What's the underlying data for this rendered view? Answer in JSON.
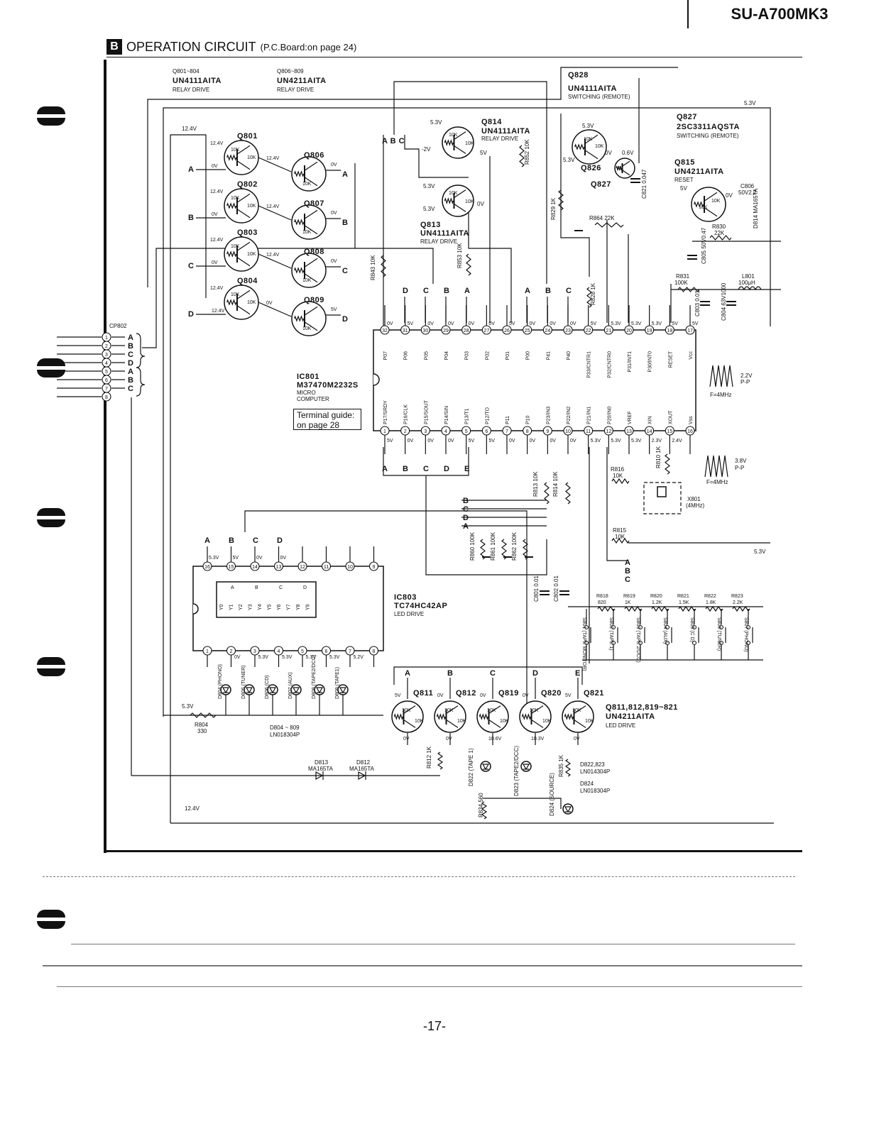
{
  "header": {
    "model": "SU-A700MK3",
    "section_letter": "B",
    "section_title": "OPERATION CIRCUIT",
    "section_note": "(P.C.Board:on page 24)",
    "page_number": "-17-"
  },
  "terminal_guide": {
    "line1": "Terminal guide:",
    "line2": "on page 28"
  },
  "ic801": {
    "ref": "IC801",
    "part": "M37470M2232S",
    "func1": "MICRO",
    "func2": "COMPUTER",
    "top_pins": [
      "32",
      "31",
      "30",
      "29",
      "28",
      "27",
      "26",
      "25",
      "24",
      "23",
      "22",
      "21",
      "20",
      "19",
      "18",
      "17"
    ],
    "top_names": [
      "P07",
      "P06",
      "P05",
      "P04",
      "P03",
      "P02",
      "P01",
      "P00",
      "P41",
      "P40",
      "P33/CNTR1",
      "P32/CNTR0",
      "P31/INT1",
      "P30/INT0",
      "RESET",
      "Vcc"
    ],
    "top_volts": [
      "0V",
      "5V",
      "0V",
      "0V",
      "0V",
      "0V",
      "5V",
      "0V",
      "0V",
      "0V",
      "5V",
      "5.3V",
      "5.3V",
      "5.3V",
      "5V",
      "5V"
    ],
    "bot_pins": [
      "1",
      "2",
      "3",
      "4",
      "5",
      "6",
      "7",
      "8",
      "9",
      "10",
      "11",
      "12",
      "13",
      "14",
      "15",
      "16"
    ],
    "bot_names": [
      "P17/SRDY",
      "P16/CLK",
      "P15/SOUT",
      "P14/SIN",
      "P13/T1",
      "P12/TO",
      "P11",
      "P10",
      "P23/IN3",
      "P22/IN2",
      "P21/IN1",
      "P20/IN0",
      "VREF",
      "XIN",
      "XOUT",
      "Vss"
    ],
    "bot_volts": [
      "5V",
      "0V",
      "0V",
      "0V",
      "5V",
      "5V",
      "0V",
      "0V",
      "0V",
      "0V",
      "5.3V",
      "5.3V",
      "5.3V",
      "2.3V",
      "2.4V",
      ""
    ]
  },
  "ic803": {
    "ref": "IC803",
    "part": "TC74HC42AP",
    "func": "LED DRIVE",
    "top_pins": [
      "16",
      "15",
      "14",
      "13",
      "12",
      "11",
      "10",
      "9"
    ],
    "bot_pins": [
      "1",
      "2",
      "3",
      "4",
      "5",
      "6",
      "7",
      "8"
    ],
    "in_names": [
      "A",
      "B",
      "C",
      "D"
    ],
    "out_names": [
      "Y0",
      "Y1",
      "Y2",
      "Y3",
      "Y4",
      "Y5",
      "Y6",
      "Y7",
      "Y8",
      "Y9"
    ],
    "top_volts": [
      "5.3V",
      "5V",
      "0V",
      "0V"
    ],
    "bot_volts": [
      "0V",
      "5.3V",
      "5.3V",
      "5.3V",
      "5.3V",
      "5.2V"
    ],
    "bus": [
      "A",
      "B",
      "C",
      "D"
    ]
  },
  "transistor_groups": [
    {
      "refs": "Q801~804",
      "part": "UN4111AITA",
      "func": "RELAY DRIVE"
    },
    {
      "refs": "Q806~809",
      "part": "UN4211AITA",
      "func": "RELAY DRIVE"
    },
    {
      "refs": "Q828",
      "part": "UN4111AITA",
      "func": "SWITCHING (REMOTE)"
    },
    {
      "refs": "Q827",
      "part": "2SC3311AQSTA",
      "func": "SWITCHING (REMOTE)"
    },
    {
      "refs": "Q815",
      "part": "UN4211AITA",
      "func": "RESET"
    },
    {
      "refs": "Q814",
      "part": "UN4111AITA",
      "func": "RELAY DRIVE"
    },
    {
      "refs": "Q813",
      "part": "UN4111AITA",
      "func": "RELAY DRIVE"
    },
    {
      "refs": "Q811,812,819~821",
      "part": "UN4211AITA",
      "func": "LED DRIVE"
    }
  ],
  "relay_left": [
    {
      "ref": "Q801",
      "line": "A",
      "v_top": "12.4V",
      "v_base": "0V",
      "v_col": "12.4V"
    },
    {
      "ref": "Q802",
      "line": "B",
      "v_top": "12.4V",
      "v_base": "0V",
      "v_col": "12.4V"
    },
    {
      "ref": "Q803",
      "line": "C",
      "v_top": "12.4V",
      "v_base": "0V",
      "v_col": "12.4V"
    },
    {
      "ref": "Q804",
      "line": "D",
      "v_top": "12.4V",
      "v_base": "12.4V",
      "v_col": "0V"
    }
  ],
  "relay_right": [
    {
      "ref": "Q806",
      "line": "A",
      "v": "0V"
    },
    {
      "ref": "Q807",
      "line": "B",
      "v": "0V"
    },
    {
      "ref": "Q808",
      "line": "C",
      "v": "0V"
    },
    {
      "ref": "Q809",
      "line": "D",
      "v": "5V"
    }
  ],
  "cp802": {
    "ref": "CP802",
    "pins": [
      "1",
      "2",
      "3",
      "4",
      "5",
      "6",
      "7",
      "8"
    ],
    "lines": [
      "A",
      "B",
      "C",
      "D",
      "A",
      "B",
      "C",
      ""
    ]
  },
  "led_drive": [
    {
      "ref": "Q811",
      "bus": "A",
      "v_in": "5V",
      "v_out": "0V"
    },
    {
      "ref": "Q812",
      "bus": "B",
      "v_in": "0V",
      "v_out": "0V"
    },
    {
      "ref": "Q819",
      "bus": "C",
      "v_in": "0V",
      "v_out": "10.6V"
    },
    {
      "ref": "Q820",
      "bus": "D",
      "v_in": "0V",
      "v_out": "10.3V"
    },
    {
      "ref": "Q821",
      "bus": "E",
      "v_in": "5V",
      "v_out": "0V"
    }
  ],
  "leds_ic803": [
    {
      "ref": "D804",
      "func": "(PHONO)"
    },
    {
      "ref": "D805",
      "func": "(TUNER)"
    },
    {
      "ref": "D806",
      "func": "(CD)"
    },
    {
      "ref": "D807",
      "func": "(AUX)"
    },
    {
      "ref": "D808",
      "func": "(TAPE2/DCC)"
    },
    {
      "ref": "D809",
      "func": "(TAPE1)"
    }
  ],
  "led_notes": {
    "d804_809": "D804 ~ 809",
    "d804_809_part": "LN018304P",
    "d822_823": "D822,823",
    "d822_823_part": "LN014304P",
    "d824": "D824",
    "d824_part": "LN018304P",
    "d822": "D822 (TAPE 1)",
    "d823": "D823 (TAPE2/DCC)",
    "d824_l": "D824 (SOURCE)"
  },
  "switches": [
    {
      "ref": "S801",
      "func": "(TAPE MONITOR)"
    },
    {
      "ref": "S802",
      "func": "(TAPE 1)"
    },
    {
      "ref": "S803",
      "func": "(TAPE 2/DCC)"
    },
    {
      "ref": "S804",
      "func": "(AUX)"
    },
    {
      "ref": "S805",
      "func": "(C D)"
    },
    {
      "ref": "S806",
      "func": "(TUNER)"
    },
    {
      "ref": "S807",
      "func": "(PHONO)"
    }
  ],
  "switch_resistors": [
    {
      "ref": "R818",
      "val": "820"
    },
    {
      "ref": "R819",
      "val": "1K"
    },
    {
      "ref": "R820",
      "val": "1.2K"
    },
    {
      "ref": "R821",
      "val": "1.5K"
    },
    {
      "ref": "R822",
      "val": "1.8K"
    },
    {
      "ref": "R823",
      "val": "2.2K"
    }
  ],
  "parts": {
    "r852": "R852 10K",
    "r829": "R829 1K",
    "r864": "R864 22K",
    "r830": "R830",
    "r830v": "22K",
    "r843": "R843 10K",
    "r853": "R853 10K",
    "r828": "R828 1K",
    "r831": "R831",
    "r831v": "100K",
    "l801": "L801",
    "l801v": "100μH",
    "c821": "C821 0.047",
    "c806": "C806",
    "c806v": "50V2.2",
    "d814": "D814 MA165TA",
    "c805": "C805 50V0.47",
    "c803": "C803 0.01",
    "c804": "C804 63V1000",
    "r810": "R810 1K",
    "r816": "R816",
    "r816v": "10K",
    "r815": "R815",
    "r815v": "10K",
    "x801": "X801",
    "x801v": "(4MHz)",
    "r813": "R813 10K",
    "r814": "R814 10K",
    "r860": "R860 100K",
    "r861": "R861 100K",
    "r862": "R862 100K",
    "c801": "C801 0.01",
    "c802": "C802 0.01",
    "r804": "R804",
    "r804v": "330",
    "r812": "R812 1K",
    "r834": "R834 560",
    "r835": "R835 1K",
    "d813": "D813",
    "d813v": "MA165TA",
    "d812": "D812",
    "d812v": "MA165TA"
  },
  "wave1": {
    "amp": "2.2V",
    "pp": "P-P",
    "freq": "F=4MHz"
  },
  "wave2": {
    "amp": "3.8V",
    "pp": "P-P",
    "freq": "F=4MHz"
  },
  "misc": {
    "v124": "12.4V",
    "v53": "5.3V",
    "v5": "5V",
    "v0": "0V",
    "m2v": "-2V",
    "v06": "0.6V",
    "abc": "A B C",
    "q826": "Q826",
    "q827": "Q827",
    "ten_k": "10K",
    "q828_v": "5.3V",
    "q827_v": "5V",
    "q815_v": "0V"
  },
  "colors": {
    "ink": "#111111",
    "paper": "#ffffff"
  }
}
